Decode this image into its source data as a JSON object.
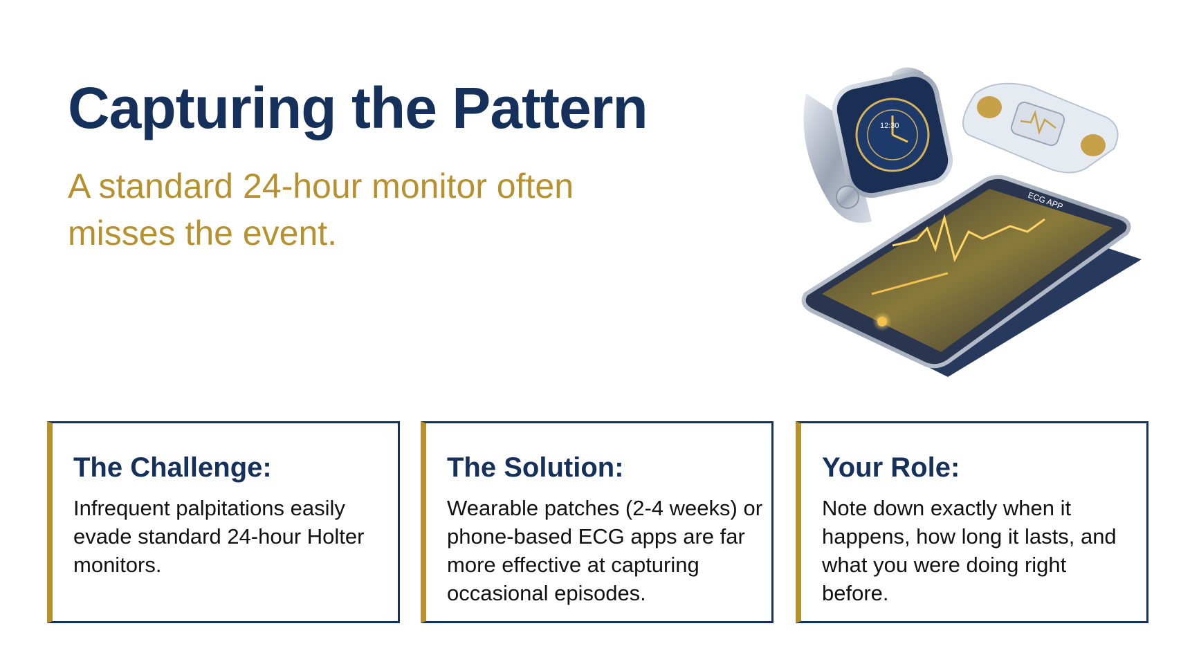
{
  "slide": {
    "title": "Capturing the Pattern",
    "subtitle": "A standard 24-hour monitor often misses the event."
  },
  "illustration": {
    "icons": [
      "smartwatch-icon",
      "ecg-patch-icon",
      "smartphone-ecg-icon"
    ],
    "phone_screen_text": "ECG APP",
    "watch_screen_text": "12:30",
    "accent_color": "#f2c14e",
    "device_color": "#1b2f55"
  },
  "cards": [
    {
      "heading": "The Challenge:",
      "body": "Infrequent palpitations easily evade standard 24-hour Holter monitors."
    },
    {
      "heading": "The Solution:",
      "body": "Wearable patches (2-4 weeks) or phone-based ECG apps are far more effective at capturing occasional episodes."
    },
    {
      "heading": "Your Role:",
      "body": "Note down exactly when it happens, how long it lasts, and what you were doing right before."
    }
  ],
  "colors": {
    "navy": "#15305a",
    "gold": "#b8912f",
    "background": "#ffffff"
  }
}
